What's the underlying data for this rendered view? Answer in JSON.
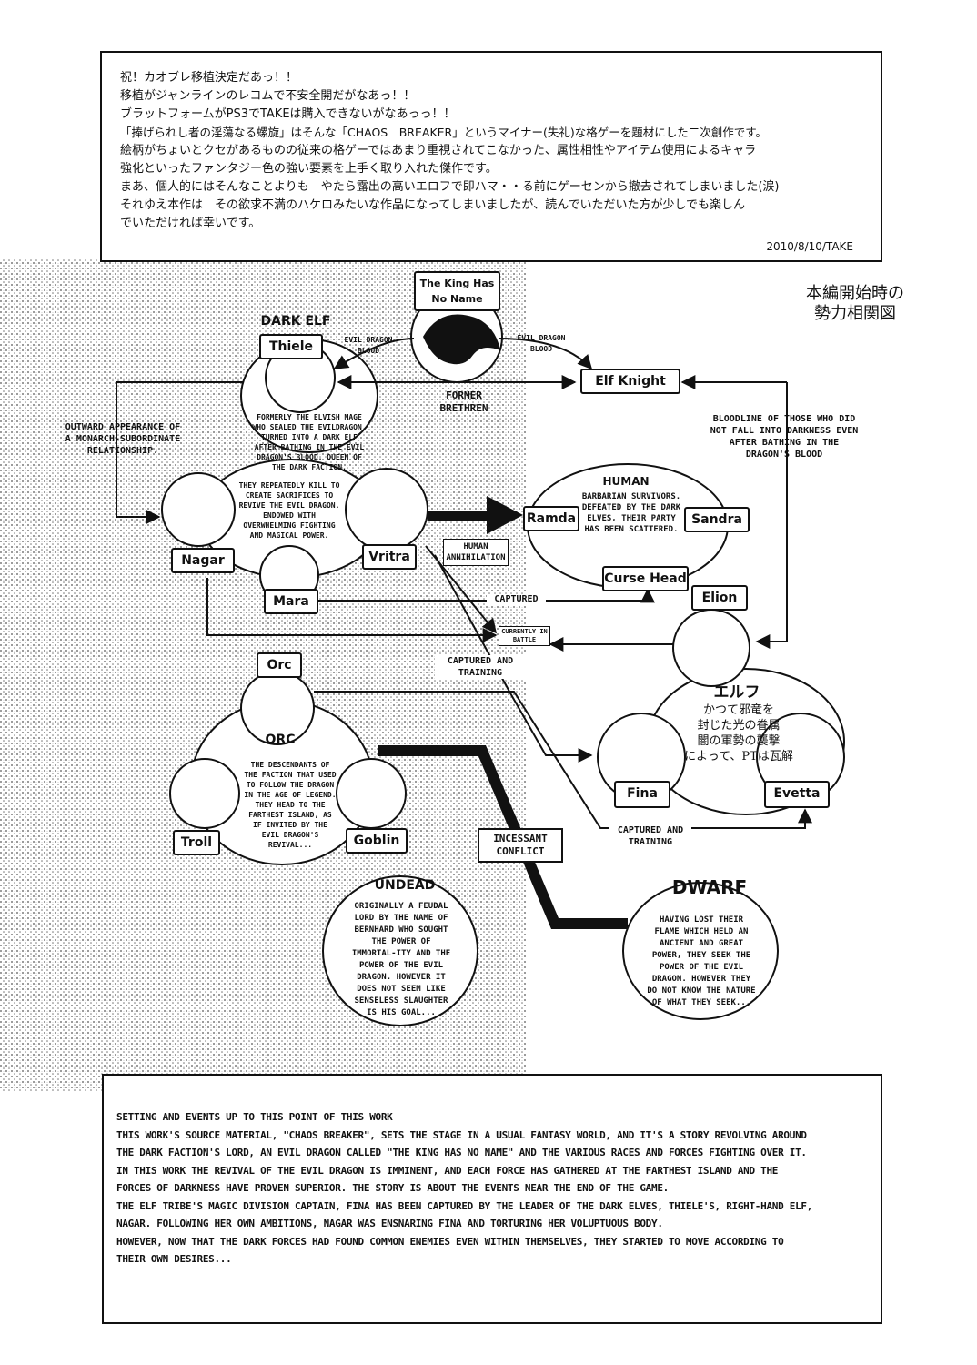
{
  "top_note": {
    "lines": [
      "祝！カオブレ移植決定だあっ！！",
      "移植がジャンラインのレコムで不安全開だがなあっ！！",
      "ブラットフォームがPS3でTAKEは購入できないがなあっっ！！",
      "「捧げられし者の淫蕩なる螺旋」はそんな「CHAOS　BREAKER」というマイナー(失礼)な格ゲーを題材にした二次創作です。",
      "絵柄がちょいとクセがあるものの従来の格ゲーではあまり重視されてこなかった、属性相性やアイテム使用によるキャラ",
      "強化といったファンタジー色の強い要素を上手く取り入れた傑作です。",
      "まあ、個人的にはそんなことよりも　やたら露出の高いエロフで即ハマ・・る前にゲーセンから撤去されてしまいました(涙)",
      "それゆえ本作は　その欲求不満のハケロみたいな作品になってしまいましたが、読んでいただいた方が少しでも楽しん",
      "でいただければ幸いです。"
    ],
    "signature": "2010/8/10/TAKE"
  },
  "chart_title": [
    "本編開始時の",
    "勢力相関図"
  ],
  "labels": {
    "king": "The King Has No Name",
    "thiele": "Thiele",
    "elf_knight": "Elf Knight",
    "nagar": "Nagar",
    "vritra": "Vritra",
    "mara": "Mara",
    "ramda": "Ramda",
    "sandra": "Sandra",
    "curse_head": "Curse Head",
    "elion": "Elion",
    "orc": "Orc",
    "troll": "Troll",
    "goblin": "Goblin",
    "fina": "Fina",
    "evetta": "Evetta"
  },
  "headings": {
    "dark_elf": "DARK ELF",
    "human": "HUMAN",
    "orc_group": "ORC",
    "undead": "UNDEAD",
    "dwarf": "DWARF",
    "elf_jp": "エルフ"
  },
  "annotations": {
    "evil_blood_left": "EVIL DRAGON BLOOD",
    "evil_blood_right": "EVIL DRAGON BLOOD",
    "former_brethren": "FORMER BRETHREN",
    "outward": "OUTWARD APPEARANCE OF A MONARCH-SUBORDINATE RELATIONSHIP.",
    "bloodline": "BLOODLINE OF THOSE WHO DID NOT FALL INTO DARKNESS EVEN AFTER BATHING IN THE DRAGON'S BLOOD",
    "human_annihilation": "HUMAN ANNIHILATION",
    "captured": "CAPTURED",
    "currently_in_battle": "CURRENTLY IN BATTLE",
    "captured_training_1": "CAPTURED AND TRAINING",
    "captured_training_2": "CAPTURED AND TRAINING",
    "incessant_conflict": "INCESSANT CONFLICT"
  },
  "descriptions": {
    "thiele": "FORMERLY THE ELVISH MAGE WHO SEALED THE EVILDRAGON. TURNED INTO A DARK ELF AFTER BATHING IN THE EVIL DRAGON'S BLOOD. QUEEN OF THE DARK FACTION.",
    "dark_faction": "THEY REPEATEDLY KILL TO CREATE SACRIFICES TO REVIVE THE EVIL DRAGON. ENDOWED WITH OVERWHELMING FIGHTING AND MAGICAL POWER.",
    "human": "BARBARIAN SURVIVORS. DEFEATED BY THE DARK ELVES, THEIR PARTY HAS BEEN SCATTERED.",
    "orc": "THE DESCENDANTS OF THE FACTION THAT USED TO FOLLOW THE DRAGON IN THE AGE OF LEGEND. THEY HEAD TO THE FARTHEST ISLAND, AS IF INVITED BY THE EVIL DRAGON'S REVIVAL...",
    "undead": "ORIGINALLY A FEUDAL LORD BY THE NAME OF BERNHARD WHO SOUGHT THE POWER OF IMMORTAL-ITY AND THE POWER OF THE EVIL DRAGON. HOWEVER IT DOES NOT SEEM LIKE SENSELESS SLAUGHTER IS HIS GOAL...",
    "dwarf": "HAVING LOST THEIR FLAME WHICH HELD AN ANCIENT AND GREAT POWER, THEY SEEK THE POWER OF THE EVIL DRAGON. HOWEVER THEY DO NOT KNOW THE NATURE OF WHAT THEY SEEK...",
    "elf_jp": [
      "かつて邪竜を",
      "封じた光の眷属",
      "闇の軍勢の襲撃",
      "によって、PTは瓦解"
    ]
  },
  "bottom_note": {
    "lines": [
      "SETTING AND EVENTS UP TO THIS POINT OF THIS WORK",
      "THIS WORK'S SOURCE MATERIAL, \"CHAOS BREAKER\", SETS THE STAGE IN A USUAL FANTASY WORLD, AND IT'S A STORY REVOLVING AROUND",
      "THE DARK FACTION'S LORD, AN EVIL DRAGON CALLED \"THE KING HAS NO NAME\" AND THE VARIOUS RACES AND FORCES FIGHTING OVER IT.",
      "IN THIS WORK THE REVIVAL OF THE EVIL DRAGON IS IMMINENT, AND EACH FORCE HAS GATHERED AT THE FARTHEST ISLAND AND THE",
      "FORCES OF DARKNESS HAVE PROVEN SUPERIOR. THE STORY IS ABOUT THE EVENTS NEAR THE END OF THE GAME.",
      "THE ELF TRIBE'S MAGIC DIVISION CAPTAIN, FINA HAS BEEN CAPTURED BY THE LEADER OF THE DARK ELVES, THIELE'S, RIGHT-HAND ELF,",
      "NAGAR. FOLLOWING HER OWN AMBITIONS, NAGAR WAS ENSNARING FINA AND TORTURING HER VOLUPTUOUS BODY.",
      "HOWEVER, NOW THAT THE DARK FORCES HAD FOUND COMMON ENEMIES EVEN WITHIN THEMSELVES, THEY STARTED TO MOVE ACCORDING TO",
      "THEIR OWN DESIRES..."
    ]
  }
}
